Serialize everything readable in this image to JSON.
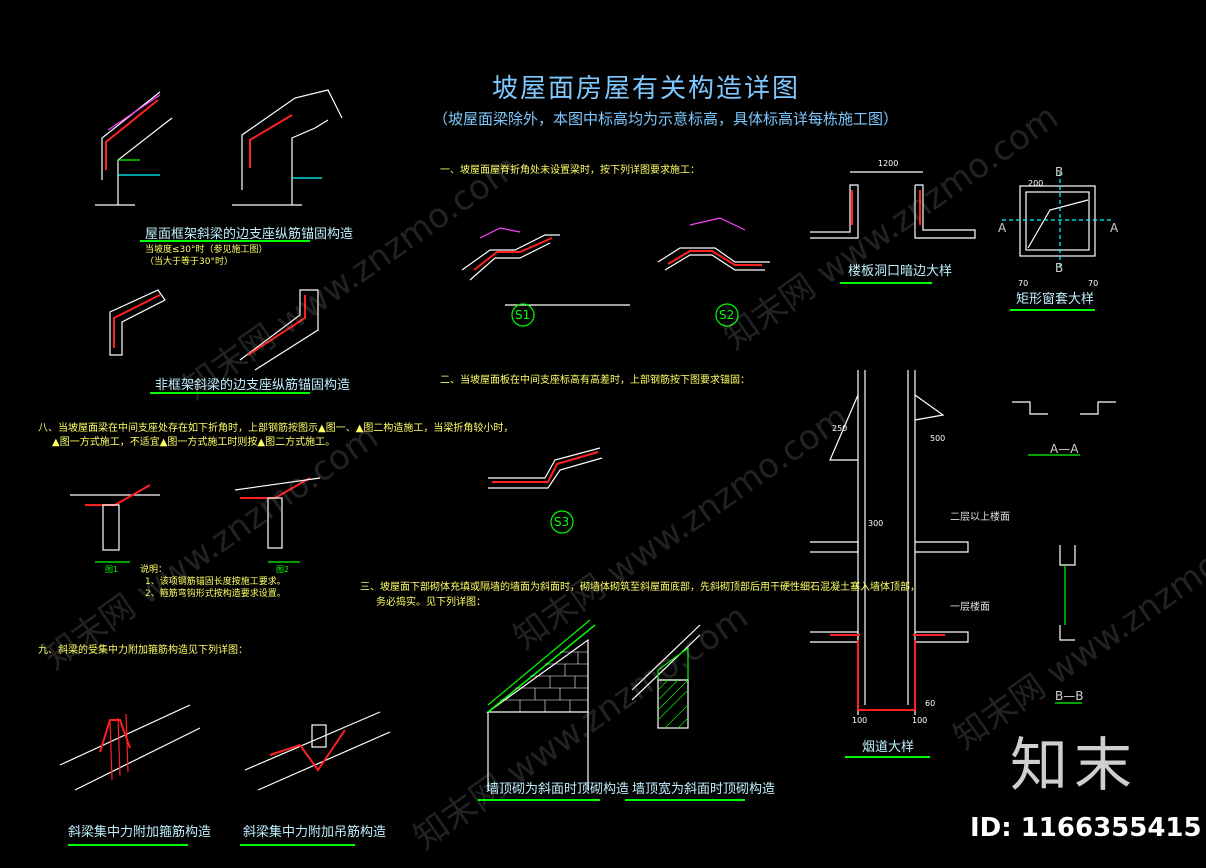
{
  "title": {
    "main": "坡屋面房屋有关构造详图",
    "sub": "（坡屋面梁除外，本图中标高均为示意标高，具体标高详每栋施工图）"
  },
  "captions": {
    "roof_frame_beam": "屋面框架斜梁的边支座纵筋锚固构造",
    "non_frame_beam": "非框架斜梁的边支座纵筋锚固构造",
    "floor_opening": "楼板洞口暗边大样",
    "rect_window": "矩形窗套大样",
    "chimney": "烟道大样",
    "wall_top_slope_1": "墙顶砌为斜面时顶砌构造",
    "wall_top_slope_2": "墙顶宽为斜面时顶砌构造",
    "beam_conc_1": "斜梁集中力附加箍筋构造",
    "beam_conc_2": "斜梁集中力附加吊筋构造"
  },
  "notes": {
    "item_1": "一、坡屋面屋脊折角处未设置梁时，按下列详图要求施工：",
    "item_2": "二、当坡屋面板在中间支座标高有高差时，上部钢筋按下图要求锚固：",
    "item_3_line1": "三、坡屋面下部砌体充填或隔墙的墙面为斜面时，砌墙体砌筑至斜屋面底部，先斜砌顶部后用干硬性细石混凝土塞入墙体顶部，",
    "item_3_line2": "务必捣实。见下列详图：",
    "item_8_line1": "八、当坡屋面梁在中间支座处存在如下折角时，上部钢筋按图示▲图一、▲图二构造施工，当梁折角较小时，",
    "item_8_line2": "▲图一方式施工，不适宜▲图一方式施工时则按▲图二方式施工。",
    "item_9": "九、斜梁的受集中力附加箍筋构造见下列详图：",
    "sub_note_1": "当坡度≤30°时（参见施工图）",
    "sub_note_2": "（当大于等于30°时）",
    "explain_title": "说明：",
    "explain_1": "1、该项钢筋锚固长度按施工要求。",
    "explain_2": "2、箍筋弯钩形式按构造要求设置。"
  },
  "section_labels": {
    "s1": "S1",
    "s2": "S2",
    "s3": "S3",
    "aa": "A—A",
    "bb": "B—B",
    "a_left": "A",
    "a_right": "A",
    "b_top": "B",
    "b_bottom": "B",
    "fig1": "图1",
    "fig2": "图2",
    "layer_2": "二层以上楼面",
    "layer_1": "一层楼面"
  },
  "dimensions": {
    "d100": "100",
    "d200": "200",
    "d300": "300",
    "d500": "500",
    "d250": "250",
    "d70": "70",
    "d60": "60",
    "d1200": "1200"
  },
  "brand": {
    "mark": "知末",
    "id": "ID: 1166355415",
    "watermark": "知末网 www.znzmo.com"
  },
  "colors": {
    "background": "#000000",
    "title": "#7ec8ff",
    "line_white": "#ffffff",
    "line_green": "#00ff00",
    "line_red": "#ff2020",
    "line_magenta": "#ff40ff",
    "line_yellow": "#ffff66",
    "line_cyan": "#00ffff"
  }
}
